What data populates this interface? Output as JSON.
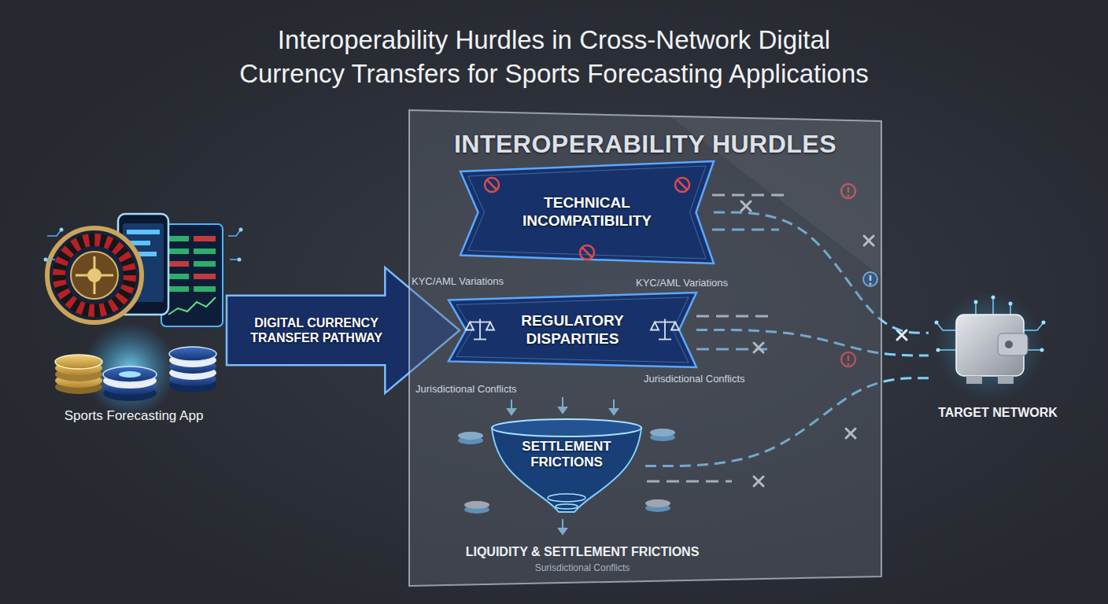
{
  "diagram": {
    "title": "Interoperability Hurdles in Cross-Network Digital Currency Transfers for Sports Forecasting Applications",
    "nodes": [
      {
        "text": [
          "Sports Forecasting App"
        ]
      },
      {
        "text": [
          "DIGITAL CURRENCY TRANSFER PATHWAY"
        ]
      },
      {
        "text": [
          "INTEROPERABILITY HURDLES"
        ]
      },
      {
        "text": [
          "TECHNICAL INCOMPATIBILITY"
        ],
        "in": 2
      },
      {
        "text": [
          "REGULATORY DISPARITIES"
        ],
        "in": 2
      },
      {
        "text": [
          "SETTLEMENT FRICTIONS"
        ],
        "in": 2
      },
      {
        "text": [
          "TARGET NETWORK"
        ]
      }
    ],
    "edges": [
      {
        "from": 3,
        "to": 6,
        "arrow": "none"
      },
      {
        "from": 4,
        "to": 6,
        "arrow": "none"
      },
      {
        "from": 5,
        "to": 6,
        "arrow": "none"
      }
    ],
    "labels": [
      "KYC/AML Variations",
      "KYC/AML Variations",
      "Jurisdictional Conflicts",
      "Jurisdictional Conflicts",
      "LIQUIDITY & SETTLEMENT FRICTIONS",
      "Surisdictional Conflicts"
    ]
  }
}
